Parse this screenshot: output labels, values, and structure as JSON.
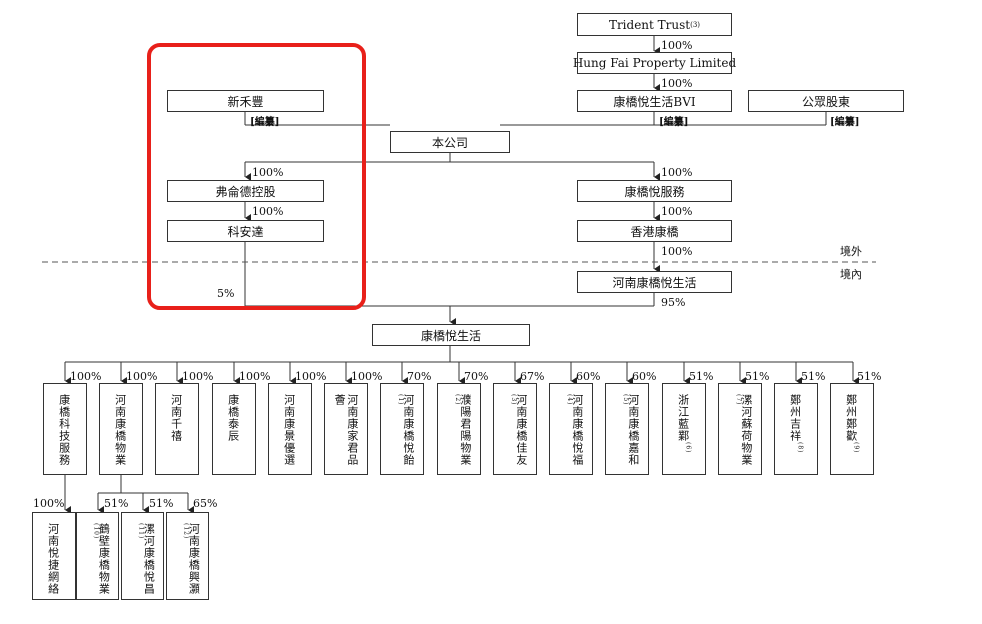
{
  "top": {
    "trident": {
      "name": "Trident Trust",
      "note": "(3)"
    },
    "hungfai": "Hung Fai Property Limited",
    "bvi": "康橋悅生活BVI",
    "public": "公眾股東",
    "xinhefeng": "新禾豐",
    "company": "本公司",
    "pct_trident_hungfai": "100%",
    "pct_hungfai_bvi": "100%"
  },
  "redacted_label": "[編纂]",
  "left_chain": {
    "fumingde": "弗侖德控股",
    "keanda": "科安達",
    "pct_company_fumingde": "100%",
    "pct_fumingde_keanda": "100%",
    "pct_keanda_target": "5%"
  },
  "right_chain": {
    "services": "康橋悅服務",
    "hk": "香港康橋",
    "henan": "河南康橋悅生活",
    "pct_company_services": "100%",
    "pct_services_hk": "100%",
    "pct_hk_henan": "100%",
    "pct_henan_target": "95%"
  },
  "boundary": {
    "offshore": "境外",
    "onshore": "境內"
  },
  "main": "康橋悅生活",
  "subsidiaries": [
    {
      "name": "康橋科技服務",
      "note": "",
      "pct": "100%"
    },
    {
      "name": "河南康橋物業",
      "note": "",
      "pct": "100%"
    },
    {
      "name": "河南千禧",
      "note": "",
      "pct": "100%"
    },
    {
      "name": "康橋泰辰",
      "note": "",
      "pct": "100%"
    },
    {
      "name": "河南康景優選",
      "note": "",
      "pct": "100%"
    },
    {
      "name": "河南康家君品薈",
      "note": "",
      "pct": "100%"
    },
    {
      "name": "河南康橋悅飴",
      "note": "(1)",
      "pct": "70%"
    },
    {
      "name": "濮陽君陽物業",
      "note": "(2)",
      "pct": "70%"
    },
    {
      "name": "河南康橋佳友",
      "note": "(3)",
      "pct": "67%"
    },
    {
      "name": "河南康橋悅福",
      "note": "(4)",
      "pct": "60%"
    },
    {
      "name": "河南康橋嘉和",
      "note": "(5)",
      "pct": "60%"
    },
    {
      "name": "浙江藍鄴",
      "note": "(6)",
      "pct": "51%"
    },
    {
      "name": "漯河蘇荷物業",
      "note": "(7)",
      "pct": "51%"
    },
    {
      "name": "鄭州吉祥",
      "note": "(8)",
      "pct": "51%"
    },
    {
      "name": "鄭州鄭歡",
      "note": "(9)",
      "pct": "51%"
    }
  ],
  "third_level": [
    {
      "name": "河南悅捷網絡",
      "note": "",
      "pct": "100%"
    },
    {
      "name": "鶴壁康橋物業",
      "note": "(10)",
      "pct": "51%"
    },
    {
      "name": "漯河康橋悅昌",
      "note": "(11)",
      "pct": "51%"
    },
    {
      "name": "河南康橋興灝",
      "note": "(12)",
      "pct": "65%"
    }
  ],
  "colors": {
    "highlight": "#e8201a",
    "line": "#333333",
    "dashed": "#555555"
  }
}
